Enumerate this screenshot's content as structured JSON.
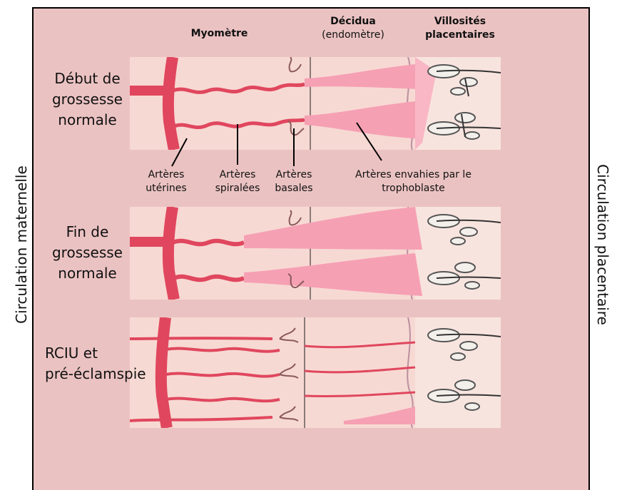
{
  "side_labels": {
    "left": "Circulation maternelle",
    "right": "Circulation placentaire"
  },
  "headers": {
    "myometre": "Myomètre",
    "decidua_title": "Décidua",
    "decidua_sub": "(endomètre)",
    "villosites_1": "Villosités",
    "villosites_2": "placentaires"
  },
  "stages": {
    "debut": [
      "Début de",
      "grossesse",
      "normale"
    ],
    "fin": [
      "Fin de",
      "grossesse",
      "normale"
    ],
    "rciu": [
      "RCIU et",
      "pré-éclamspie"
    ]
  },
  "artery_labels": {
    "uterines": [
      "Artères",
      "utérines"
    ],
    "spiralees": [
      "Artères",
      "spiralées"
    ],
    "basales": [
      "Artères",
      "basales"
    ],
    "envahies": [
      "Artères envahies par le",
      "trophoblaste"
    ]
  },
  "colors": {
    "background": "#ebc2c2",
    "panel": "#f7d9d3",
    "artery": "#e0475e",
    "invaded": "#f6a0b4"
  }
}
